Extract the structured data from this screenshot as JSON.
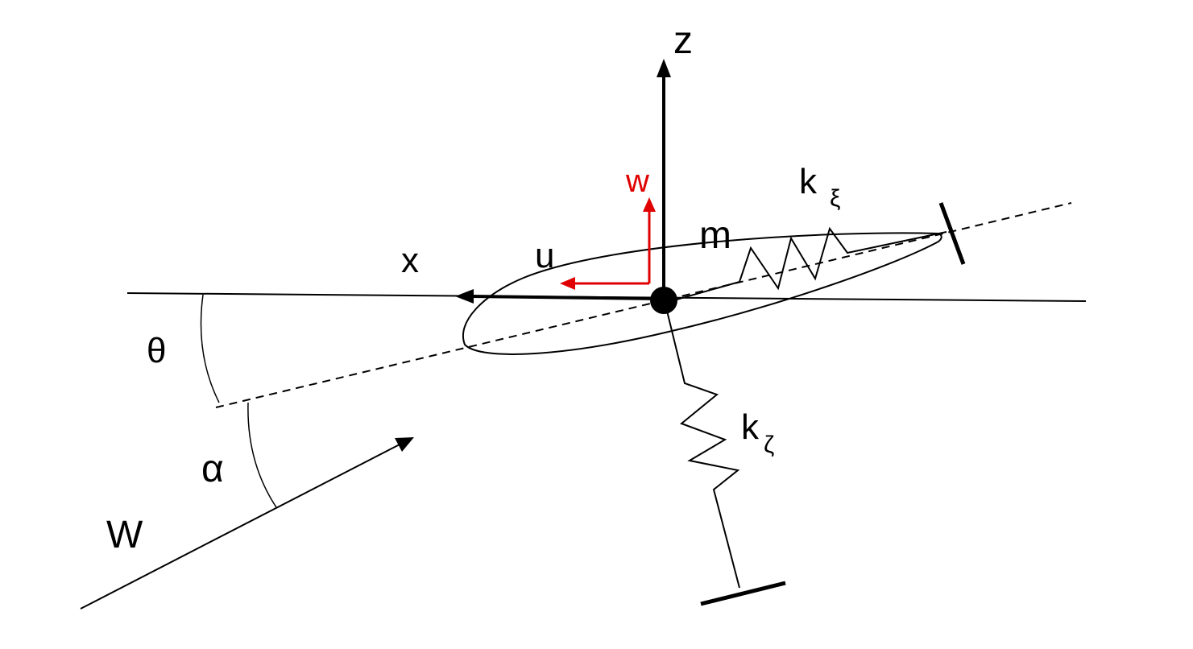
{
  "labels": {
    "z_axis": "z",
    "x_axis": "x",
    "w_disp": "w",
    "u_disp": "u",
    "mass": "m",
    "k_xi_base": "k",
    "k_xi_sub": "ξ",
    "k_zeta_base": "k",
    "k_zeta_sub": "ζ",
    "theta": "θ",
    "alpha": "α",
    "wind": "W"
  },
  "colors": {
    "line": "#000000",
    "displacement_arrows": "#e00000",
    "background": "#ffffff"
  }
}
